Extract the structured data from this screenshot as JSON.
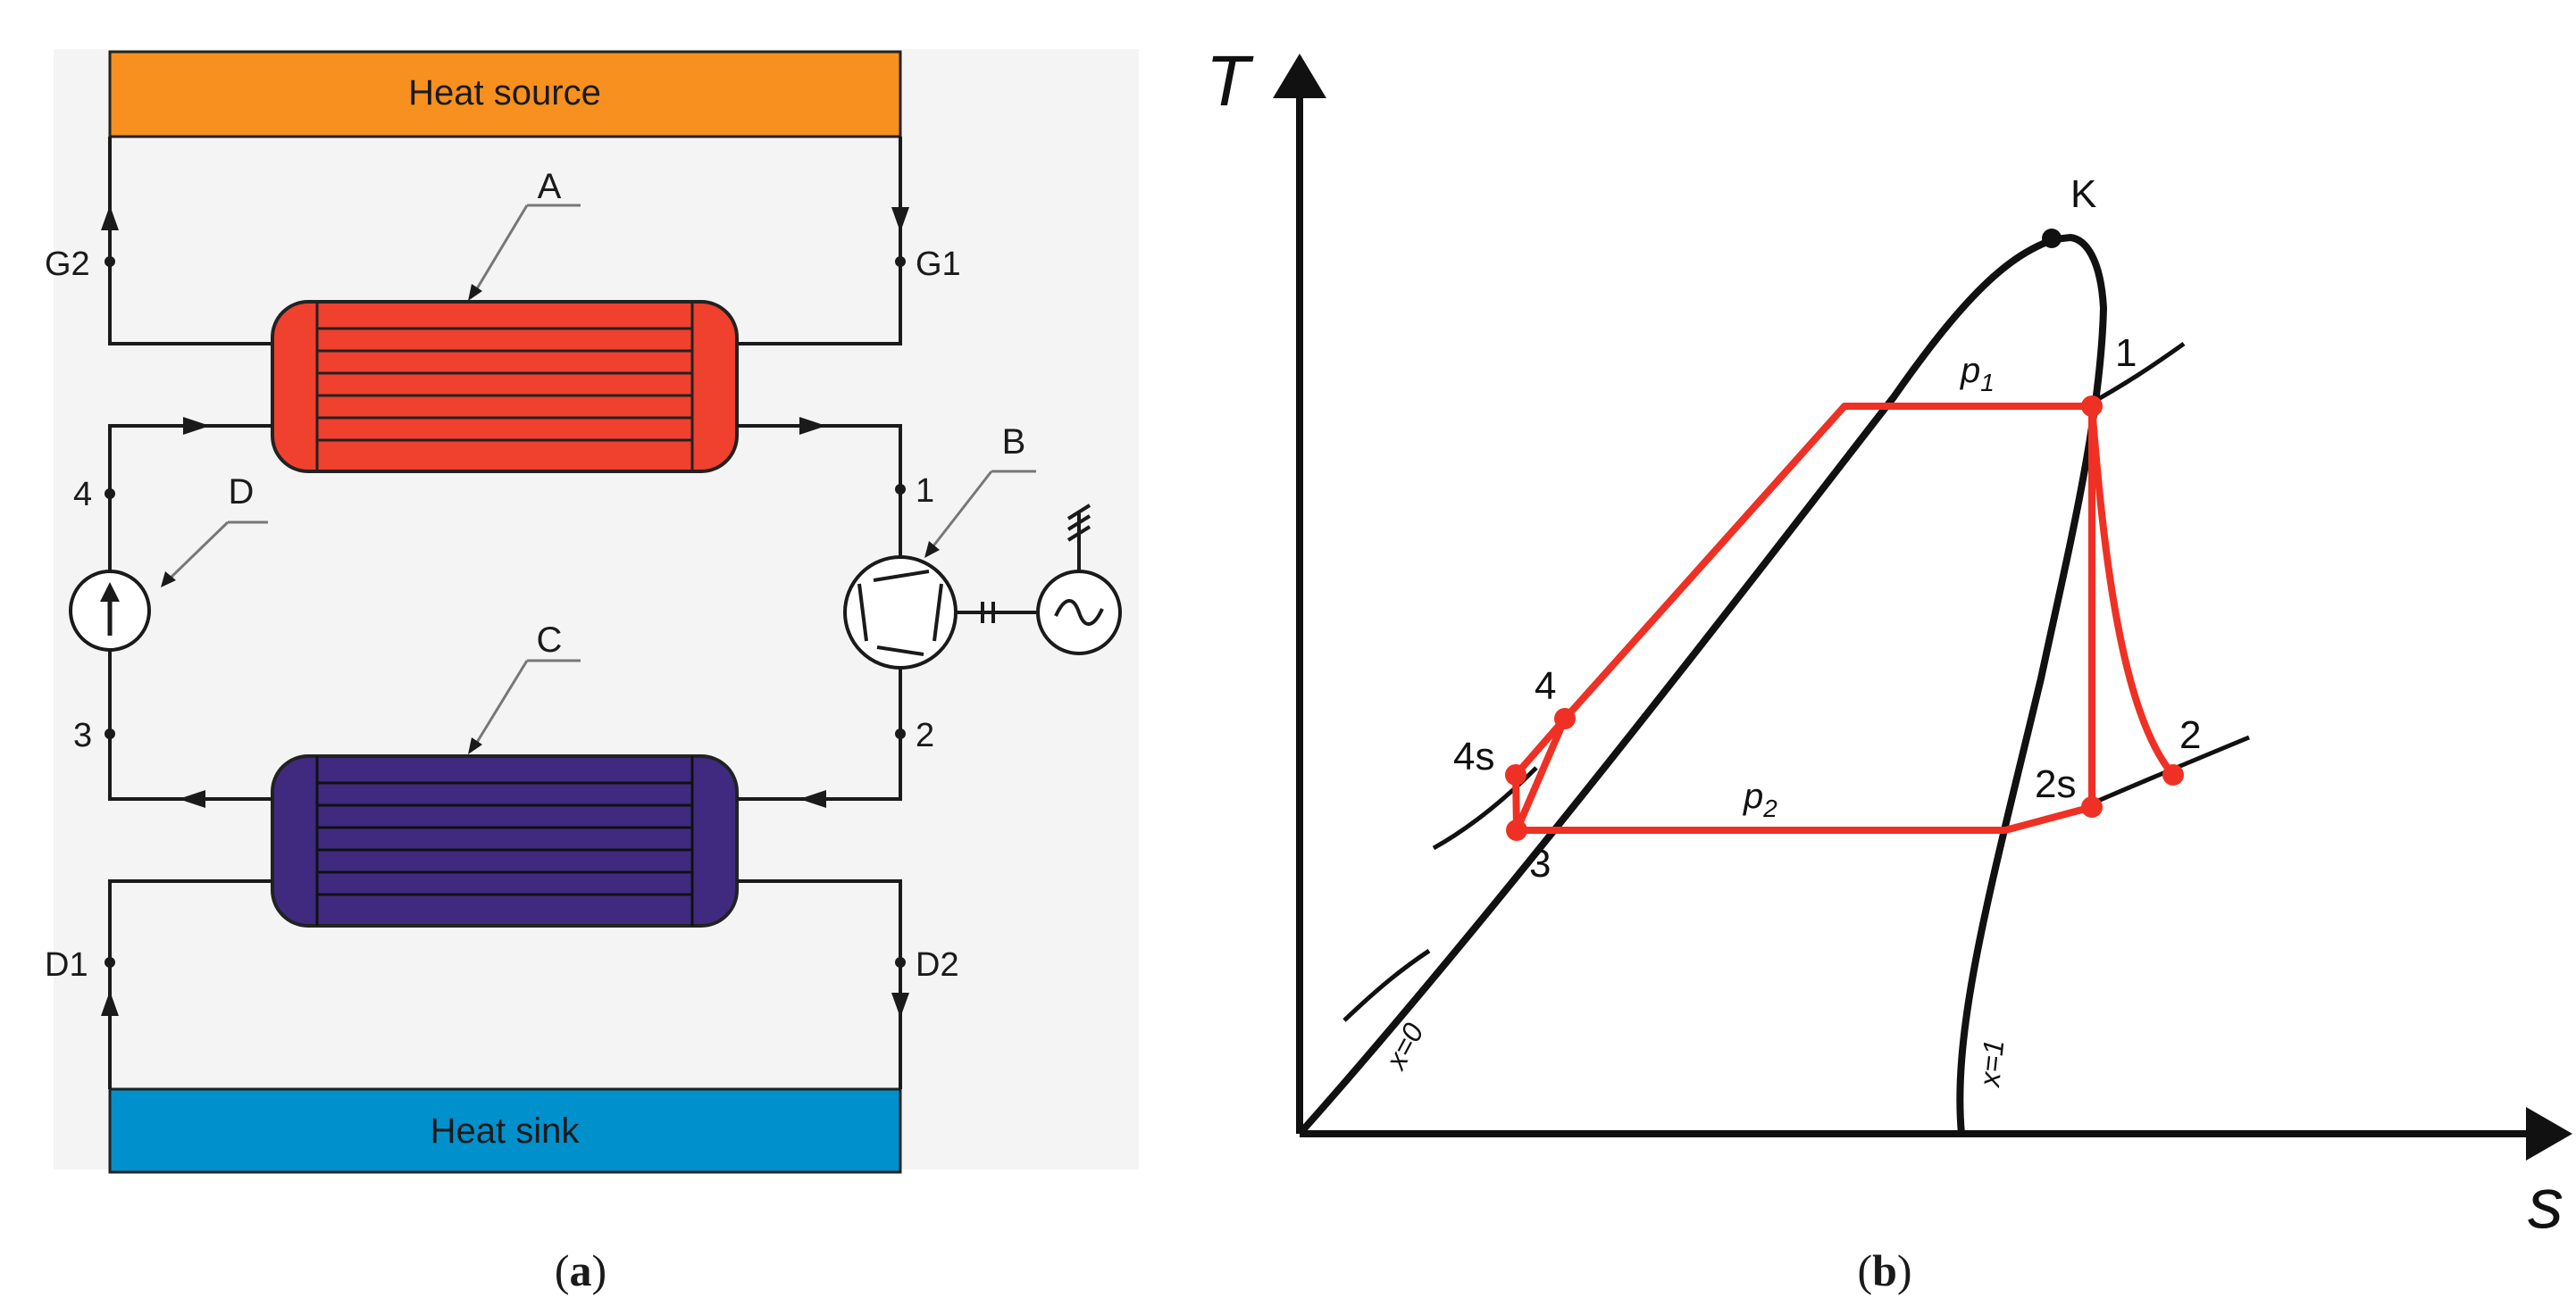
{
  "figure": {
    "caption_a_letter": "a",
    "caption_b_letter": "b"
  },
  "schematic": {
    "source_label": "Heat source",
    "sink_label": "Heat sink",
    "component_A": "A",
    "component_B": "B",
    "component_C": "C",
    "component_D": "D",
    "port_G1": "G1",
    "port_G2": "G2",
    "port_D1": "D1",
    "port_D2": "D2",
    "node_1": "1",
    "node_2": "2",
    "node_3": "3",
    "node_4": "4",
    "colors": {
      "source": "#F7901E",
      "sink": "#0090CC",
      "evaporator": "#F0402E",
      "condenser": "#3F2A80",
      "line": "#1a1a1a",
      "background": "#F4F4F4"
    }
  },
  "ts_diagram": {
    "axis_y_label": "T",
    "axis_x_label": "s",
    "critical_point": "K",
    "pressure_high": "p",
    "pressure_high_sub": "1",
    "pressure_low": "p",
    "pressure_low_sub": "2",
    "quality_0": "x=0",
    "quality_1": "x=1",
    "state_1": "1",
    "state_2": "2",
    "state_2s": "2s",
    "state_3": "3",
    "state_4": "4",
    "state_4s": "4s",
    "colors": {
      "cycle": "#EE3124",
      "curve": "#111111"
    }
  }
}
